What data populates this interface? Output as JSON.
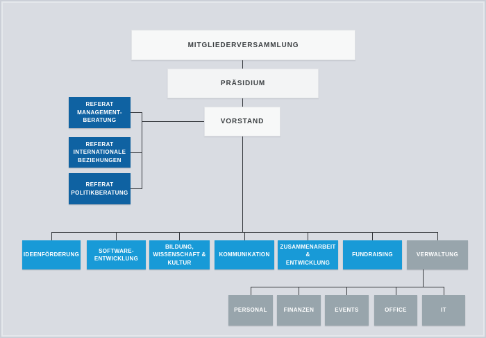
{
  "page": {
    "background": "#d9dce2"
  },
  "palette": {
    "dark_blue": "#0f62a2",
    "light_blue": "#189ad7",
    "gray": "#98a5ac",
    "box_light": "#f7f8f8",
    "connector_line": "#34373b",
    "text_dark": "#3c4043",
    "text_light": "#ffffff"
  },
  "chart": {
    "top": {
      "label": "MITGLIEDERVERSAMMLUNG"
    },
    "second": {
      "label": "PRÄSIDIUM"
    },
    "third": {
      "label": "VORSTAND"
    },
    "referate": [
      {
        "label": "REFERAT\nMANAGEMENT-\nBERATUNG"
      },
      {
        "label": "REFERAT\nINTERNATIONALE\nBEZIEHUNGEN"
      },
      {
        "label": "REFERAT\nPOLITIKBERATUNG"
      }
    ],
    "departments": [
      {
        "label": "IDEENFÖRDERUNG",
        "type": "blue"
      },
      {
        "label": "SOFTWARE-\nENTWICKLUNG",
        "type": "blue"
      },
      {
        "label": "BILDUNG,\nWISSENSCHAFT &\nKULTUR",
        "type": "blue"
      },
      {
        "label": "KOMMUNIKATION",
        "type": "blue"
      },
      {
        "label": "ZUSAMMENARBEIT &\nENTWICKLUNG",
        "type": "blue"
      },
      {
        "label": "FUNDRAISING",
        "type": "blue"
      },
      {
        "label": "VERWALTUNG",
        "type": "gray"
      }
    ],
    "verwaltung_units": [
      {
        "label": "PERSONAL"
      },
      {
        "label": "FINANZEN"
      },
      {
        "label": "EVENTS"
      },
      {
        "label": "OFFICE"
      },
      {
        "label": "IT"
      }
    ]
  }
}
